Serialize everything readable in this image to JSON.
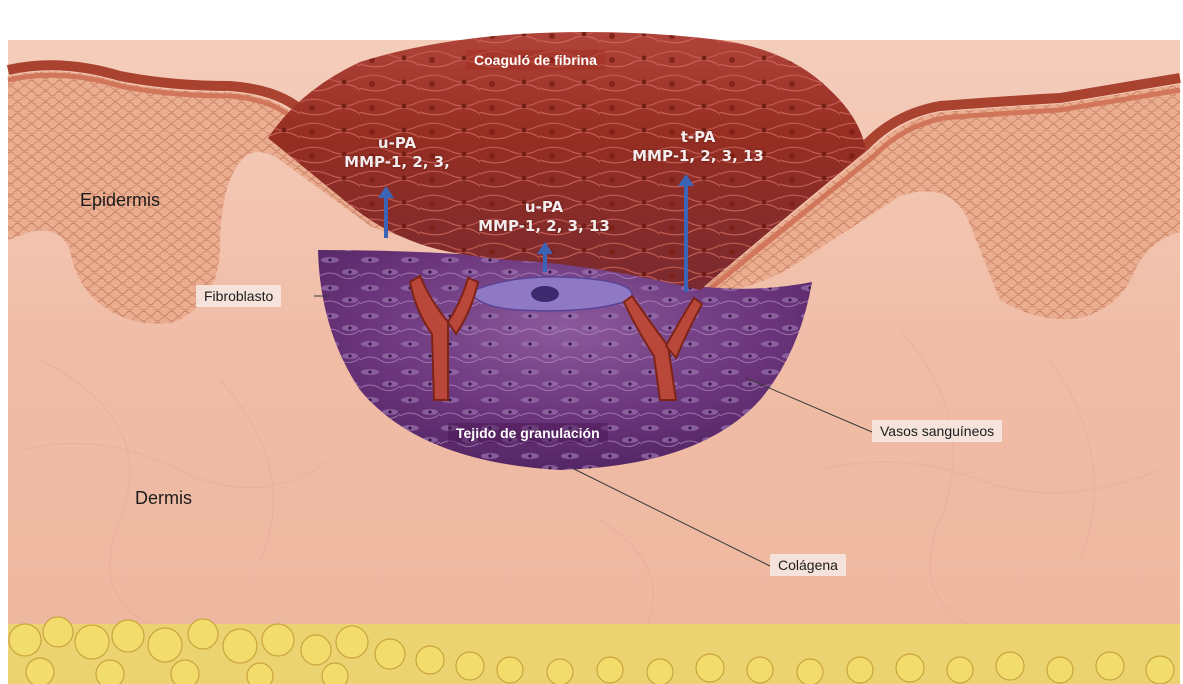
{
  "labels": {
    "coagulo": "Coaguló de fibrina",
    "epidermis": "Epidermis",
    "dermis": "Dermis",
    "fibroblasto": "Fibroblasto",
    "tejido": "Tejido de granulación",
    "vasos": "Vasos sanguíneos",
    "colagena": "Colágena"
  },
  "molecules": {
    "left": {
      "enzyme": "u-PA",
      "mmp": "MMP-1, 2, 3,"
    },
    "center": {
      "enzyme": "u-PA",
      "mmp": "MMP-1, 2, 3, 13"
    },
    "right": {
      "enzyme": "t-PA",
      "mmp": "MMP-1, 2, 3, 13"
    }
  },
  "colors": {
    "dermis": "#f1c2ad",
    "epidermis": "#e7a383",
    "clot": "#8e2a1e",
    "granulation": "#6b3679",
    "fat": "#e9cf58",
    "vessel": "#b9473a",
    "arrow": "#3b63b6"
  }
}
